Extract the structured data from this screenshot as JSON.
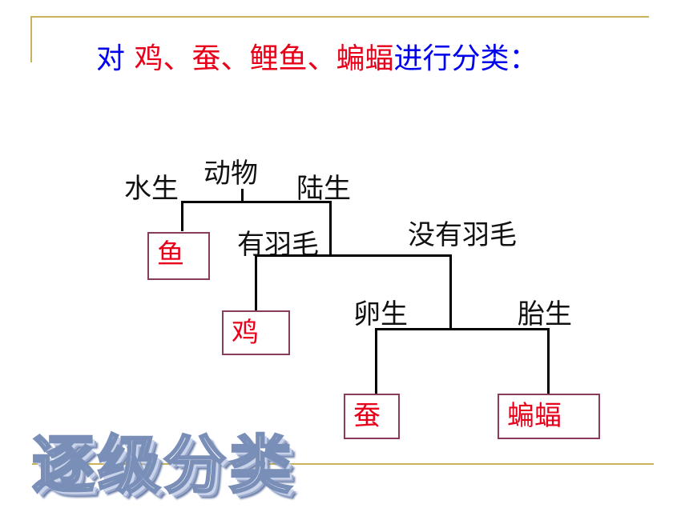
{
  "title": {
    "prefix": "对",
    "animals": "鸡、蚕、鲤鱼、蝙蝠",
    "suffix": "进行分类："
  },
  "tree": {
    "root": "动物",
    "water": "水生",
    "land": "陆生",
    "feathered": "有羽毛",
    "unfeathered": "没有羽毛",
    "oviparous": "卵生",
    "viviparous": "胎生"
  },
  "leaves": {
    "fish": "鱼",
    "chicken": "鸡",
    "silkworm": "蚕",
    "bat": "蝙蝠"
  },
  "banner": "逐级分类",
  "colors": {
    "title_blue": "#0000ee",
    "highlight_red": "#e8001a",
    "box_border": "#8b3a5c",
    "frame_gold": "#c8b25a"
  }
}
